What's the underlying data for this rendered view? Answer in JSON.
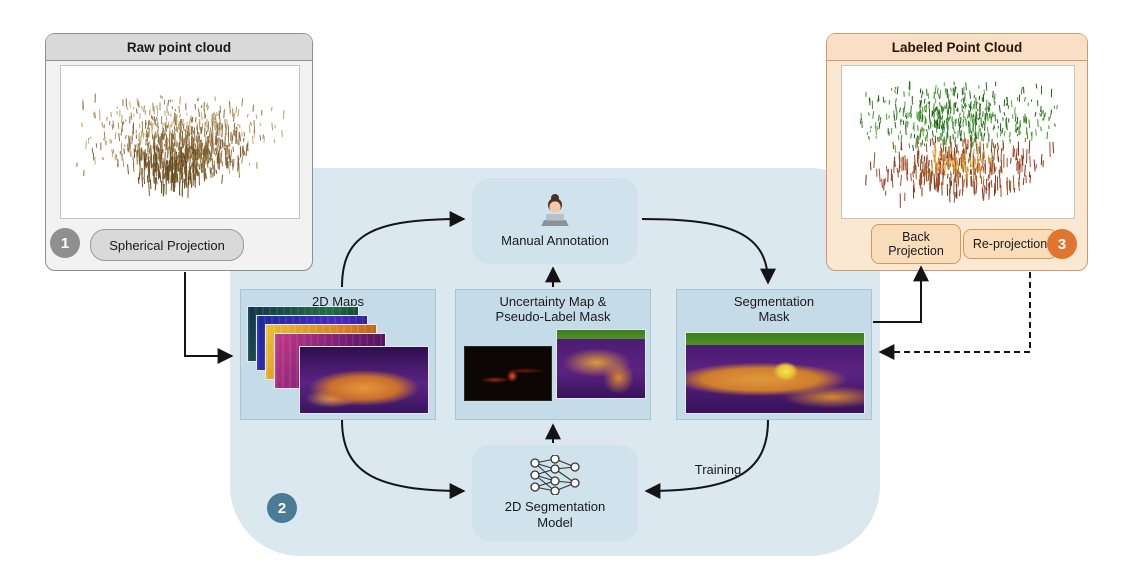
{
  "colors": {
    "pipeline_bg": "#dbe8f0",
    "inner_panel_blue": "#c6dbe8",
    "node_blue": "#d0e2ec",
    "left_panel_bg": "#f2f2f2",
    "left_header_bg": "#d9d9d9",
    "right_panel_bg": "#fbe8d3",
    "right_header_bg": "#f8dfc5",
    "pill_orange_bg": "#f9ddba",
    "pill_orange_border": "#cf9a5e",
    "badge1": "#8f8f8f",
    "badge2": "#4a7d95",
    "badge3": "#e0752f",
    "arrow": "#141414"
  },
  "left_panel": {
    "title": "Raw point cloud",
    "badge": "1",
    "button": "Spherical Projection"
  },
  "right_panel": {
    "title": "Labeled Point Cloud",
    "badge": "3",
    "back_projection": "Back Projection",
    "re_projection": "Re-projection"
  },
  "pipeline": {
    "badge": "2",
    "manual_annotation": "Manual Annotation",
    "maps_2d_title": "2D Maps",
    "uncertainty_title": "Uncertainty Map & Pseudo-Label Mask",
    "segmentation_title": "Segmentation Mask",
    "model_title": "2D Segmentation Model",
    "training_label": "Training"
  }
}
